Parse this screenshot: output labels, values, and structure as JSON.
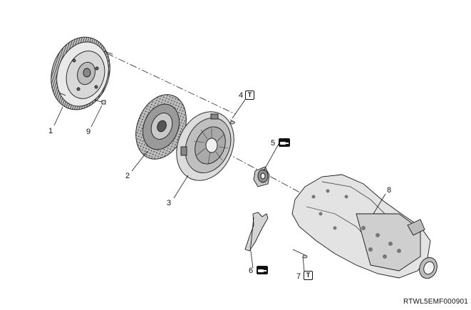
{
  "figure_id": "RTWL5EMF000901",
  "callouts": [
    "1",
    "2",
    "3",
    "4",
    "5",
    "6",
    "7",
    "8",
    "9"
  ],
  "symbols": {
    "torque": "T",
    "grease": "grease-icon"
  },
  "colors": {
    "line": "#1a1a1a",
    "fill": "#e8e8e8",
    "dark": "#555555"
  }
}
